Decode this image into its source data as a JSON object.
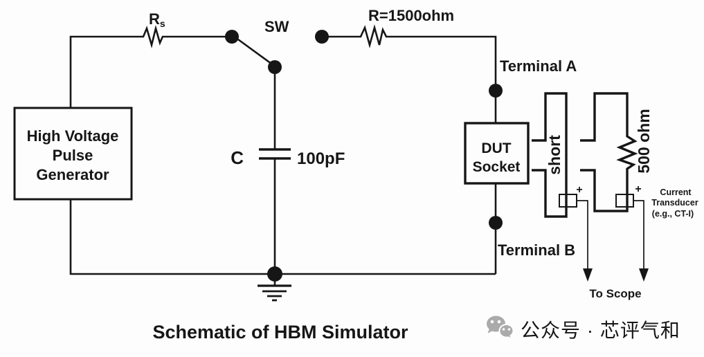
{
  "title": "Schematic of HBM Simulator",
  "colors": {
    "ink": "#161616",
    "watermark": "#ababab"
  },
  "generator": {
    "line1": "High Voltage",
    "line2": "Pulse",
    "line3": "Generator"
  },
  "resistors": {
    "rs_name": "R",
    "rs_sub": "s",
    "r1500": "R=1500ohm",
    "r500": "500 ohm"
  },
  "switch": {
    "label": "SW"
  },
  "capacitor": {
    "label": "C",
    "value": "100pF"
  },
  "terminals": {
    "a": "Terminal A",
    "b": "Terminal B"
  },
  "dut": {
    "line1": "DUT",
    "line2": "Socket"
  },
  "short_element": {
    "label": "short"
  },
  "transducer": {
    "line1": "Current",
    "line2": "Transducer",
    "line3": "(e.g., CT-I)",
    "plus": "+"
  },
  "scope": {
    "label": "To Scope"
  },
  "watermark": {
    "text": "公众号 · 芯评气和",
    "icon": "wechat-icon"
  }
}
